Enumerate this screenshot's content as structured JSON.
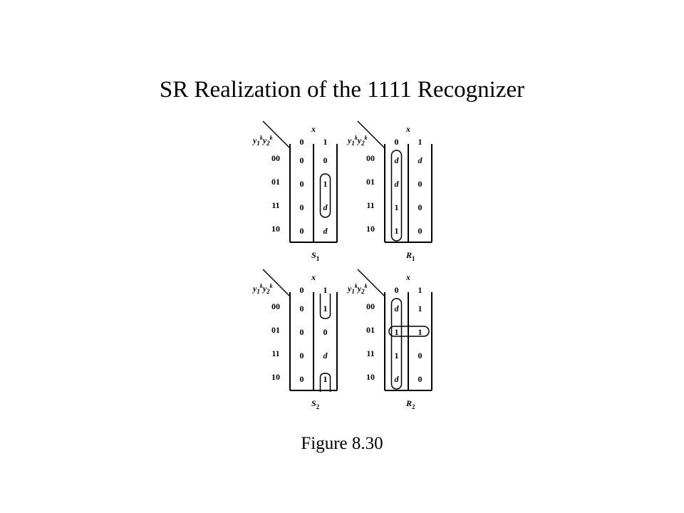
{
  "title": "SR Realization of the 1111 Recognizer",
  "caption": "Figure 8.30",
  "input_var": "x",
  "col_labels": [
    "0",
    "1"
  ],
  "row_labels": [
    "00",
    "01",
    "11",
    "10"
  ],
  "maps": [
    {
      "name": "S",
      "sub": "1",
      "cells": [
        [
          "0",
          "0"
        ],
        [
          "0",
          "1"
        ],
        [
          "0",
          "d"
        ],
        [
          "0",
          "d"
        ]
      ],
      "loops": [
        {
          "col": 1,
          "r0": 1,
          "r1": 2
        }
      ]
    },
    {
      "name": "R",
      "sub": "1",
      "cells": [
        [
          "d",
          "d"
        ],
        [
          "d",
          "0"
        ],
        [
          "1",
          "0"
        ],
        [
          "1",
          "0"
        ]
      ],
      "loops": [
        {
          "col": 0,
          "r0": 0,
          "r1": 3
        }
      ]
    },
    {
      "name": "S",
      "sub": "2",
      "cells": [
        [
          "0",
          "1"
        ],
        [
          "0",
          "0"
        ],
        [
          "0",
          "d"
        ],
        [
          "0",
          "1"
        ]
      ],
      "loops": [
        {
          "col": 1,
          "r0": 0,
          "r1": 0,
          "open": "top"
        },
        {
          "col": 1,
          "r0": 3,
          "r1": 3,
          "open": "bottom"
        }
      ]
    },
    {
      "name": "R",
      "sub": "2",
      "cells": [
        [
          "d",
          "1"
        ],
        [
          "1",
          "1"
        ],
        [
          "1",
          "0"
        ],
        [
          "d",
          "0"
        ]
      ],
      "loops": [
        {
          "col": 0,
          "r0": 0,
          "r1": 3
        },
        {
          "row": 1,
          "c0": 0,
          "c1": 1
        }
      ]
    }
  ],
  "colors": {
    "ink": "#000000",
    "background": "#ffffff"
  }
}
